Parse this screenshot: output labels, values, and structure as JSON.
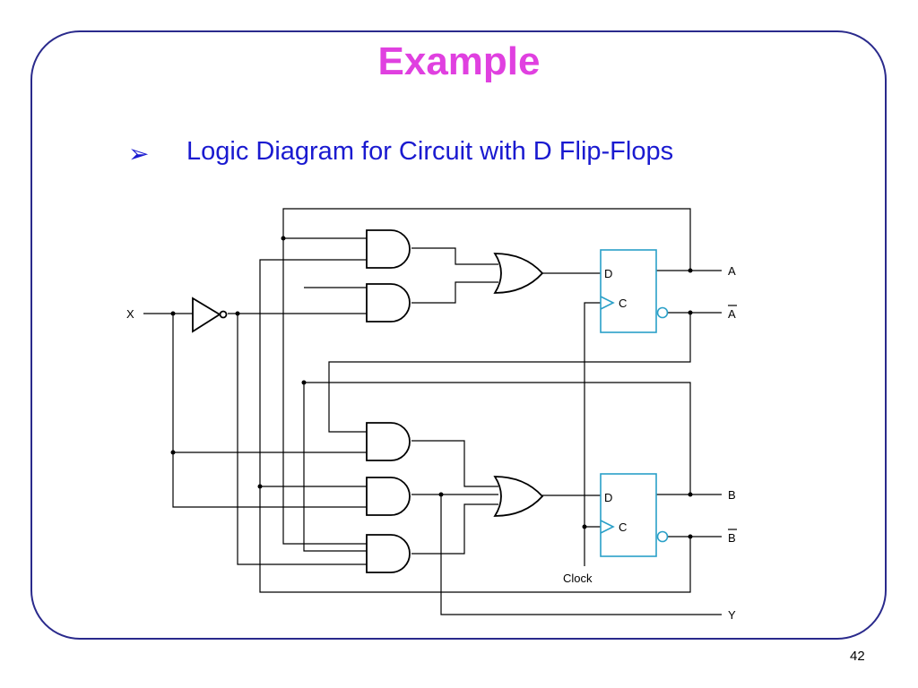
{
  "slide": {
    "title": "Example",
    "bullet": "➢",
    "text": "Logic Diagram for Circuit with D Flip-Flops",
    "page_number": "42"
  },
  "diagram": {
    "input_label": "X",
    "clock_label": "Clock",
    "output_a": "A",
    "output_a_not": "A",
    "output_b": "B",
    "output_b_not": "B",
    "output_y": "Y",
    "ff_d_label": "D",
    "ff_c_label": "C"
  }
}
